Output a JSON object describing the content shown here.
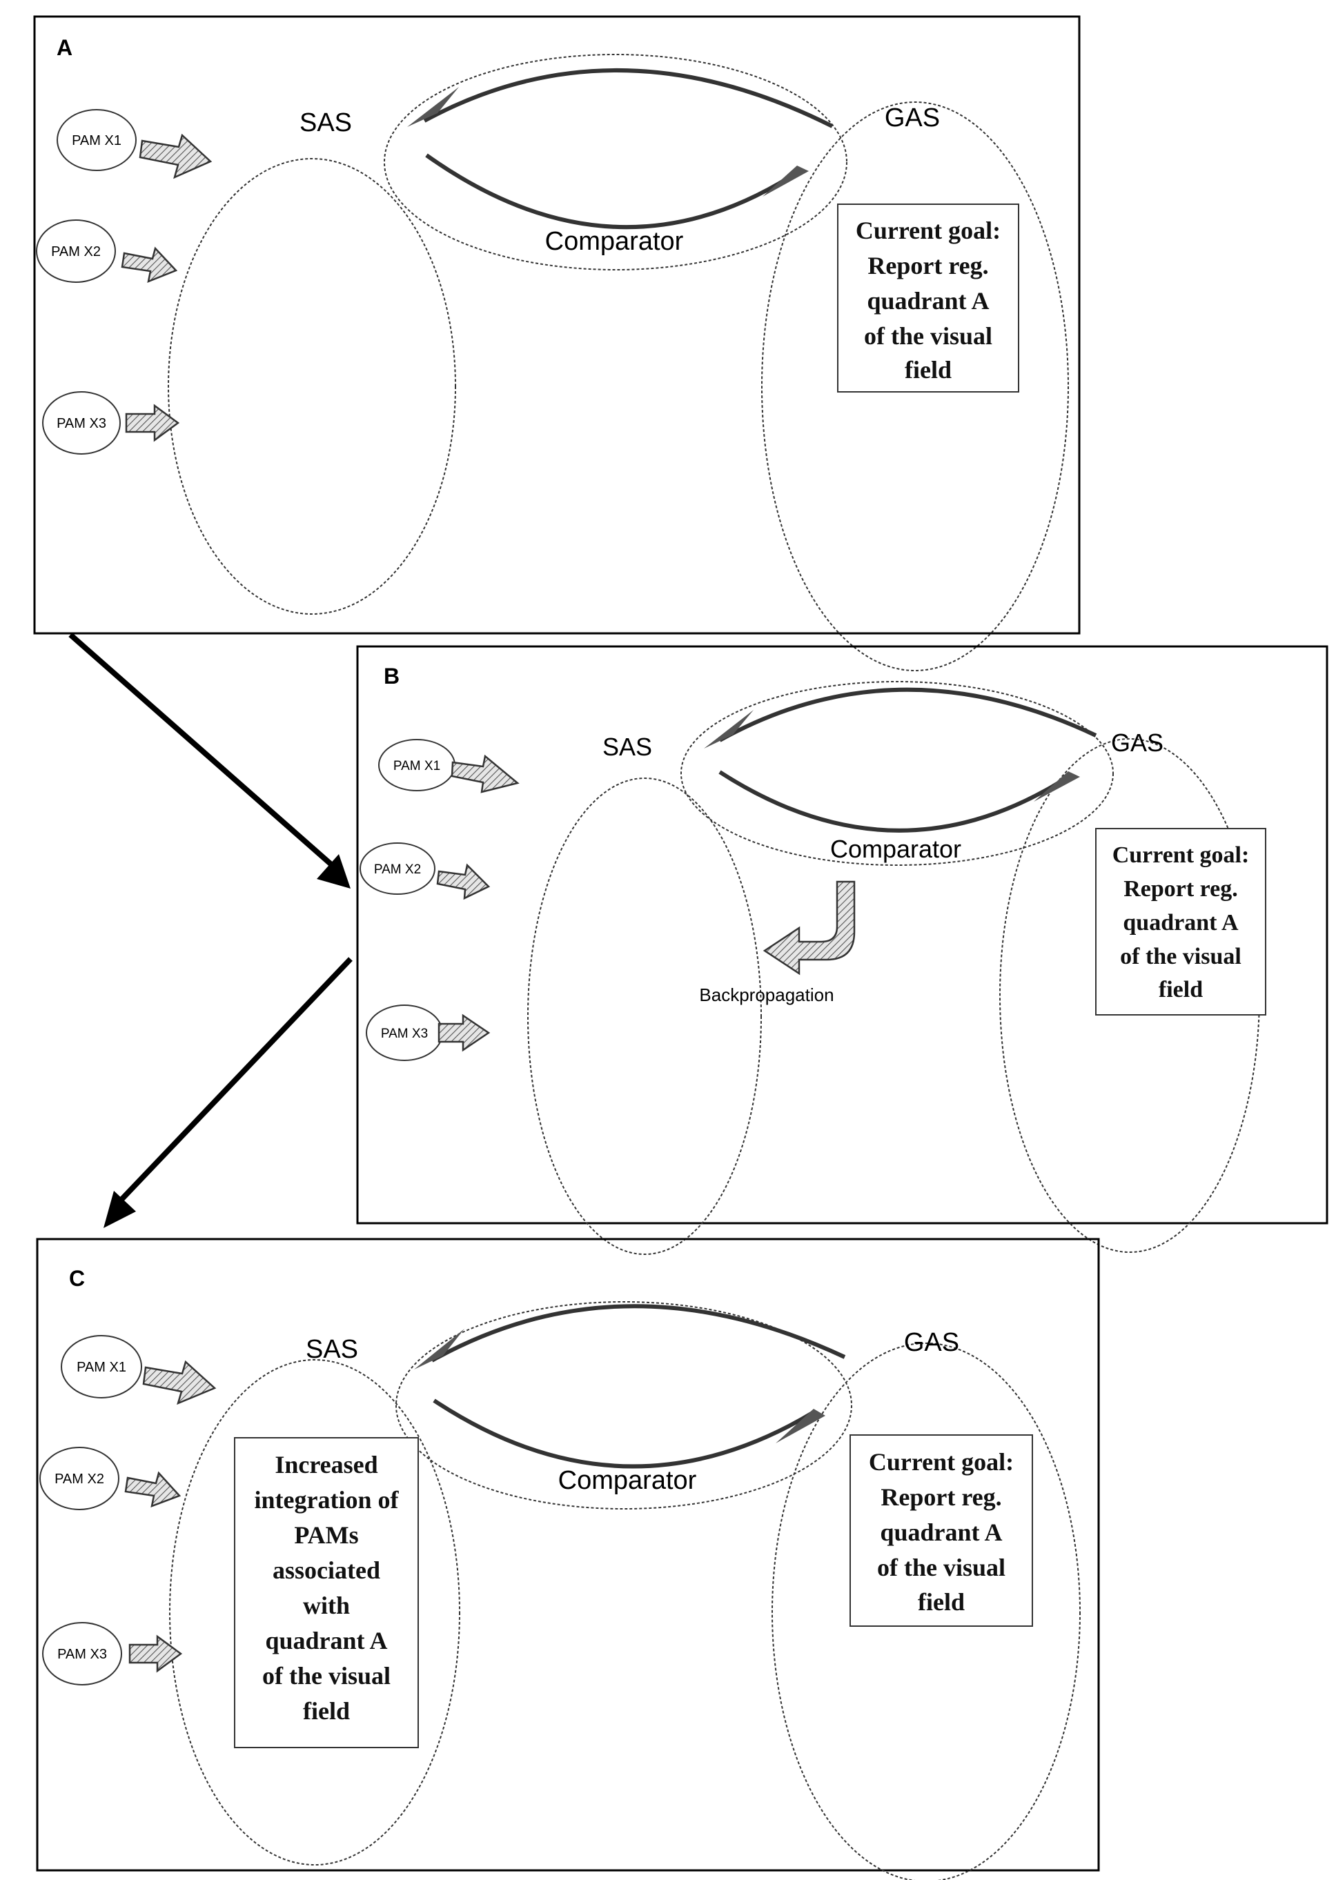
{
  "panels": [
    {
      "id": "A",
      "label": "A",
      "sas_label": "SAS",
      "gas_label": "GAS",
      "comparator_label": "Comparator",
      "pams": [
        "PAM X1",
        "PAM X2",
        "PAM X3"
      ],
      "gas_box_lines": [
        "Current goal:",
        "Report reg.",
        "quadrant A",
        "of the visual",
        "field"
      ]
    },
    {
      "id": "B",
      "label": "B",
      "sas_label": "SAS",
      "gas_label": "GAS",
      "comparator_label": "Comparator",
      "pams": [
        "PAM X1",
        "PAM X2",
        "PAM X3"
      ],
      "backpropagation_label": "Backpropagation",
      "gas_box_lines": [
        "Current goal:",
        "Report reg.",
        "quadrant A",
        "of the visual",
        "field"
      ]
    },
    {
      "id": "C",
      "label": "C",
      "sas_label": "SAS",
      "gas_label": "GAS",
      "comparator_label": "Comparator",
      "pams": [
        "PAM X1",
        "PAM X2",
        "PAM X3"
      ],
      "gas_box_lines": [
        "Current goal:",
        "Report reg.",
        "quadrant A",
        "of the visual",
        "field"
      ],
      "sas_box_lines": [
        "Increased",
        "integration of",
        "PAMs",
        "associated",
        "with",
        "quadrant A",
        "of the visual",
        "field"
      ]
    }
  ]
}
